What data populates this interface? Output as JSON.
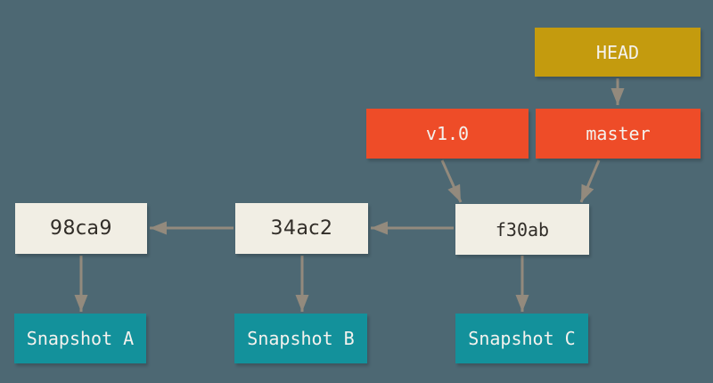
{
  "nodes": {
    "head": {
      "label": "HEAD",
      "type": "head-pointer"
    },
    "master": {
      "label": "master",
      "type": "branch-ref"
    },
    "v1_0": {
      "label": "v1.0",
      "type": "tag-ref"
    },
    "f30ab": {
      "label": "f30ab",
      "type": "commit"
    },
    "c34ac2": {
      "label": "34ac2",
      "type": "commit"
    },
    "c98ca9": {
      "label": "98ca9",
      "type": "commit"
    },
    "snapshot_a": {
      "label": "Snapshot A",
      "type": "snapshot"
    },
    "snapshot_b": {
      "label": "Snapshot B",
      "type": "snapshot"
    },
    "snapshot_c": {
      "label": "Snapshot C",
      "type": "snapshot"
    }
  },
  "edges": [
    {
      "from": "HEAD",
      "to": "master"
    },
    {
      "from": "v1.0",
      "to": "f30ab"
    },
    {
      "from": "master",
      "to": "f30ab"
    },
    {
      "from": "f30ab",
      "to": "34ac2"
    },
    {
      "from": "34ac2",
      "to": "98ca9"
    },
    {
      "from": "98ca9",
      "to": "Snapshot A"
    },
    {
      "from": "34ac2",
      "to": "Snapshot B"
    },
    {
      "from": "f30ab",
      "to": "Snapshot C"
    }
  ],
  "colors": {
    "background": "#4d6873",
    "head_box": "#c49b0e",
    "branch_tag_box": "#ee4c28",
    "commit_box": "#f1eee4",
    "snapshot_box": "#13919b",
    "arrow": "#938a7d",
    "commit_text": "#312d28",
    "label_text": "#f4f2ee"
  }
}
